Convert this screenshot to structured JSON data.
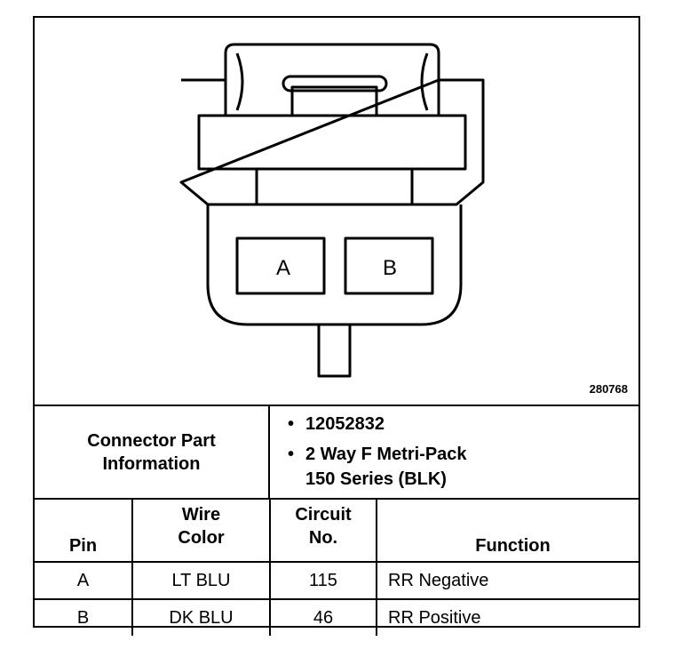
{
  "figure_id": "280768",
  "connector": {
    "pin_labels": [
      "A",
      "B"
    ]
  },
  "info": {
    "label": "Connector Part\nInformation",
    "items": [
      "12052832",
      "2 Way F Metri-Pack",
      "150 Series (BLK)"
    ]
  },
  "table": {
    "headers": {
      "pin": "Pin",
      "wire_color": "Wire\nColor",
      "circuit": "Circuit\nNo.",
      "function": "Function"
    },
    "rows": [
      {
        "pin": "A",
        "wire_color": "LT BLU",
        "circuit": "115",
        "function": "RR Negative"
      },
      {
        "pin": "B",
        "wire_color": "DK BLU",
        "circuit": "46",
        "function": "RR Positive"
      }
    ]
  }
}
